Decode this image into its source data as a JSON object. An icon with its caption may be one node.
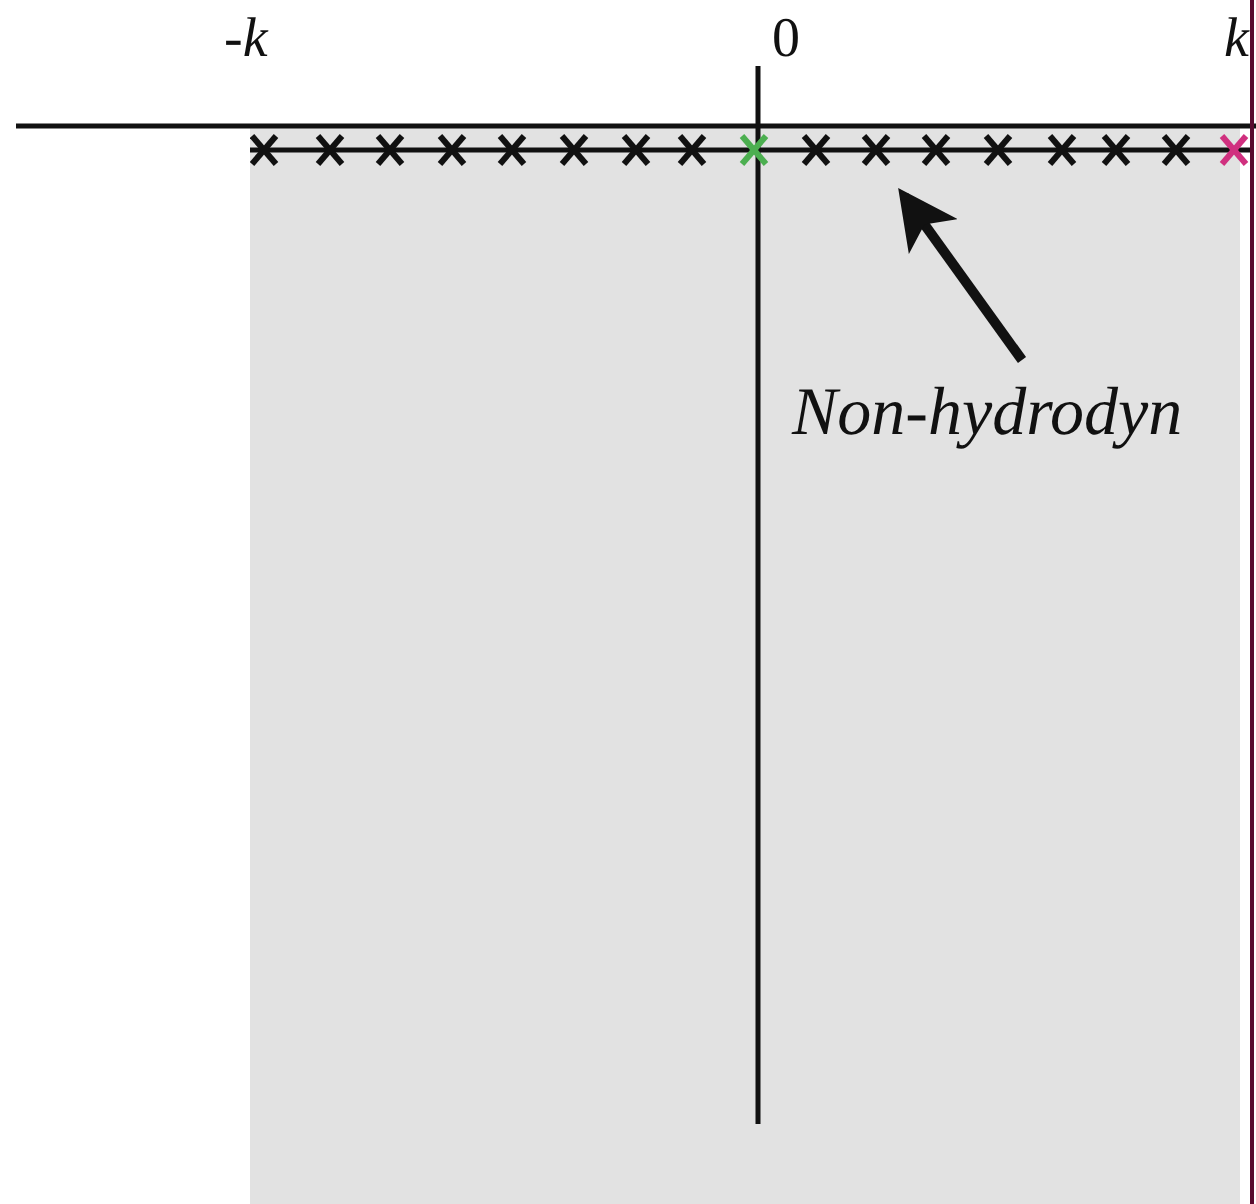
{
  "diagram": {
    "nodes": [
      {
        "text": [
          "Non-hydrodyn"
        ]
      },
      {
        "text": [],
        "shape": "bar"
      }
    ],
    "edges": [
      {
        "from": 0,
        "to": 1,
        "arrow": "to"
      }
    ],
    "labels": [
      "-k",
      "0",
      "k"
    ]
  }
}
